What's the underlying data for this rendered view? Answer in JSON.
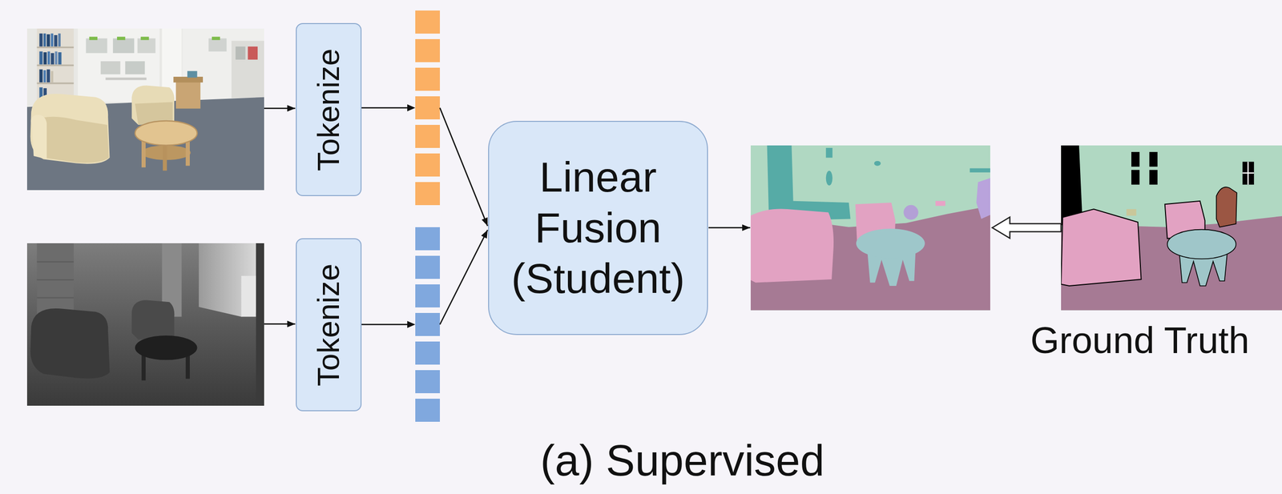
{
  "diagram": {
    "caption": "(a) Supervised",
    "nodes": [
      {
        "text": [
          "Tokenize"
        ]
      },
      {
        "text": [
          "Tokenize"
        ]
      },
      {
        "text": [
          "Linear Fusion (Student)"
        ]
      }
    ],
    "edges": [
      {
        "from": 0,
        "to": 2,
        "arrow": "to"
      },
      {
        "from": 1,
        "to": 2,
        "arrow": "to"
      }
    ],
    "labels": [
      "Ground Truth"
    ]
  }
}
